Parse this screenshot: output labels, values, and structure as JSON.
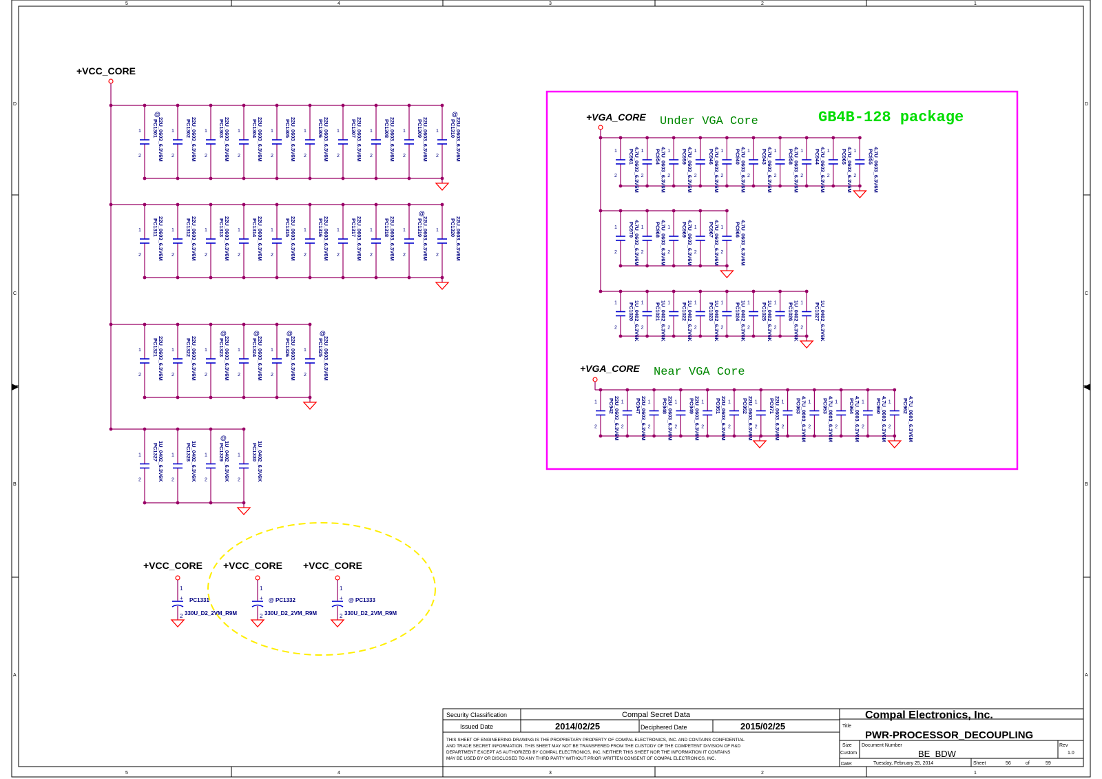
{
  "frame": {
    "col_labels": [
      "5",
      "4",
      "3",
      "2",
      "1"
    ],
    "row_labels": [
      "D",
      "C",
      "B",
      "A"
    ]
  },
  "colors": {
    "wire": "#990066",
    "cap": "#0000cc",
    "text": "#000080",
    "ground": "#ff0000",
    "box": "#ff00ff",
    "green": "#008800",
    "bright_green": "#00dd00",
    "highlight": "#ffee00"
  },
  "nets": {
    "vcc": "+VCC_CORE",
    "vga": "+VGA_CORE"
  },
  "vga_box": {
    "package": "GB4B-128 package",
    "under": "Under VGA Core",
    "near": "Near VGA Core"
  },
  "pins": {
    "one": "1",
    "two": "2"
  },
  "marks": {
    "at": "@",
    "plus": "+"
  },
  "rows": [
    {
      "caps": [
        {
          "ref": "PC1301",
          "val": "22U_0603_6.3V6M",
          "at": true
        },
        {
          "ref": "PC1302",
          "val": "22U_0603_6.3V6M"
        },
        {
          "ref": "PC1303",
          "val": "22U_0603_6.3V6M"
        },
        {
          "ref": "PC1304",
          "val": "22U_0603_6.3V6M"
        },
        {
          "ref": "PC1305",
          "val": "22U_0603_6.3V6M"
        },
        {
          "ref": "PC1306",
          "val": "22U_0603_6.3V6M"
        },
        {
          "ref": "PC1307",
          "val": "22U_0603_6.3V6M"
        },
        {
          "ref": "PC1308",
          "val": "22U_0603_6.3V6M"
        },
        {
          "ref": "PC1309",
          "val": "22U_0603_6.3V6M"
        },
        {
          "ref": "PC1310",
          "val": "22U_0603_6.3V6M",
          "at": true
        }
      ]
    },
    {
      "caps": [
        {
          "ref": "PC1311",
          "val": "22U_0603_6.3V6M"
        },
        {
          "ref": "PC1312",
          "val": "22U_0603_6.3V6M"
        },
        {
          "ref": "PC1313",
          "val": "22U_0603_6.3V6M"
        },
        {
          "ref": "PC1314",
          "val": "22U_0603_6.3V6M"
        },
        {
          "ref": "PC1315",
          "val": "22U_0603_6.3V6M"
        },
        {
          "ref": "PC1316",
          "val": "22U_0603_6.3V6M"
        },
        {
          "ref": "PC1317",
          "val": "22U_0603_6.3V6M"
        },
        {
          "ref": "PC1318",
          "val": "22U_0603_6.3V6M"
        },
        {
          "ref": "PC1319",
          "val": "22U_0603_6.3V6M",
          "at": true
        },
        {
          "ref": "PC1320",
          "val": "22U_0603_6.3V6M"
        }
      ]
    },
    {
      "caps": [
        {
          "ref": "PC1321",
          "val": "22U_0603_6.3V6M"
        },
        {
          "ref": "PC1322",
          "val": "22U_0603_6.3V6M"
        },
        {
          "ref": "PC1323",
          "val": "22U_0603_6.3V6M",
          "at": true
        },
        {
          "ref": "PC1324",
          "val": "22U_0603_6.3V6M",
          "at": true
        },
        {
          "ref": "PC1326",
          "val": "22U_0603_6.3V6M",
          "at": true
        },
        {
          "ref": "PC1325",
          "val": "22U_0603_6.3V6M",
          "at": true
        }
      ]
    },
    {
      "caps": [
        {
          "ref": "PC1327",
          "val": "1U_0402_6.3V6K"
        },
        {
          "ref": "PC1328",
          "val": "1U_0402_6.3V6K"
        },
        {
          "ref": "PC1329",
          "val": "1U_0402_6.3V6K",
          "at": true
        },
        {
          "ref": "PC1330",
          "val": "1U_0402_6.3V6K"
        }
      ]
    }
  ],
  "vga_rows": [
    {
      "caps": [
        {
          "ref": "PC961",
          "val": "4.7U_0603_6.3V6M"
        },
        {
          "ref": "PC954",
          "val": "4.7U_0603_6.3V6M"
        },
        {
          "ref": "PC959",
          "val": "4.7U_0603_6.3V6M"
        },
        {
          "ref": "PC946",
          "val": "4.7U_0603_6.3V6M"
        },
        {
          "ref": "PC940",
          "val": "4.7U_0603_6.3V6M"
        },
        {
          "ref": "PC943",
          "val": "4.7U_0603_6.3V6M"
        },
        {
          "ref": "PC958",
          "val": "4.7U_0603_6.3V6M"
        },
        {
          "ref": "PC944",
          "val": "4.7U_0603_6.3V6M"
        },
        {
          "ref": "PC965",
          "val": "4.7U_0603_6.3V6M"
        },
        {
          "ref": "PC955",
          "val": "4.7U_0603_6.3V6M"
        }
      ]
    },
    {
      "caps": [
        {
          "ref": "PC970",
          "val": "4.7U_0603_6.3V6M"
        },
        {
          "ref": "PC968",
          "val": "4.7U_0603_6.3V6M"
        },
        {
          "ref": "PC969",
          "val": "4.7U_0603_6.3V6M"
        },
        {
          "ref": "PC967",
          "val": "4.7U_0603_6.3V6M"
        },
        {
          "ref": "PC966",
          "val": "4.7U_0603_6.3V6M"
        }
      ]
    },
    {
      "caps": [
        {
          "ref": "PC1020",
          "val": "1U_0402_6.3V6K"
        },
        {
          "ref": "PC1021",
          "val": "1U_0402_6.3V6K"
        },
        {
          "ref": "PC1022",
          "val": "1U_0402_6.3V6K"
        },
        {
          "ref": "PC1023",
          "val": "1U_0402_6.3V6K"
        },
        {
          "ref": "PC1024",
          "val": "1U_0402_6.3V6K"
        },
        {
          "ref": "PC1025",
          "val": "1U_0402_6.3V6K"
        },
        {
          "ref": "PC1026",
          "val": "1U_0402_6.3V6K"
        },
        {
          "ref": "PC1027",
          "val": "1U_0402_6.3V6K"
        }
      ]
    },
    {
      "caps": [
        {
          "ref": "PC942",
          "val": "22U_0603_6.3V6M"
        },
        {
          "ref": "PC947",
          "val": "22U_0603_6.3V6M"
        },
        {
          "ref": "PC948",
          "val": "22U_0603_6.3V6M"
        },
        {
          "ref": "PC949",
          "val": "22U_0603_6.3V6M"
        },
        {
          "ref": "PC951",
          "val": "22U_0603_6.3V6M"
        },
        {
          "ref": "PC952",
          "val": "22U_0603_6.3V6M"
        },
        {
          "ref": "PC971",
          "val": "22U_0603_6.3V6M"
        },
        {
          "ref": "PC963",
          "val": "4.7U_0603_6.3V6M"
        },
        {
          "ref": "PC953",
          "val": "4.7U_0603_6.3V6M"
        },
        {
          "ref": "PC964",
          "val": "4.7U_0603_6.3V6M"
        },
        {
          "ref": "PC960",
          "val": "4.7U_0603_6.3V6M"
        },
        {
          "ref": "PC962",
          "val": "4.7U_0603_6.3V6M"
        }
      ]
    }
  ],
  "bulk": [
    {
      "ref": "PC1331",
      "val": "330U_D2_2VM_R9M",
      "at": false
    },
    {
      "ref": "PC1332",
      "val": "330U_D2_2VM_R9M",
      "at": true
    },
    {
      "ref": "PC1333",
      "val": "330U_D2_2VM_R9M",
      "at": true
    }
  ],
  "title_block": {
    "security_label": "Security Classification",
    "secret": "Compal Secret Data",
    "issued_label": "Issued Date",
    "issued_date": "2014/02/25",
    "deciphered_label": "Deciphered Date",
    "deciphered_date": "2015/02/25",
    "notice_lines": [
      "THIS SHEET OF ENGINEERING DRAWING IS THE PROPRIETARY PROPERTY OF COMPAL ELECTRONICS, INC. AND CONTAINS CONFIDENTIAL",
      "AND TRADE SECRET INFORMATION. THIS SHEET MAY NOT BE TRANSFERED FROM THE CUSTODY OF THE COMPETENT DIVISION OF R&D",
      "DEPARTMENT EXCEPT AS AUTHORIZED BY COMPAL ELECTRONICS, INC. NEITHER THIS SHEET NOR THE INFORMATION IT CONTAINS",
      "MAY BE USED BY OR DISCLOSED TO ANY THIRD PARTY WITHOUT PRIOR WRITTEN CONSENT OF COMPAL ELECTRONICS, INC."
    ],
    "company": "Compal Electronics, Inc.",
    "title_label": "Title",
    "title": "PWR-PROCESSOR_DECOUPLING",
    "size_label": "Size",
    "size": "Custom",
    "docnum_label": "Document Number",
    "docnum": "BE_BDW",
    "rev_label": "Rev",
    "rev": "1.0",
    "date_label": "Date:",
    "date": "Tuesday, February 25, 2014",
    "sheet_label": "Sheet",
    "sheet": "56",
    "of_label": "of",
    "total": "59"
  }
}
